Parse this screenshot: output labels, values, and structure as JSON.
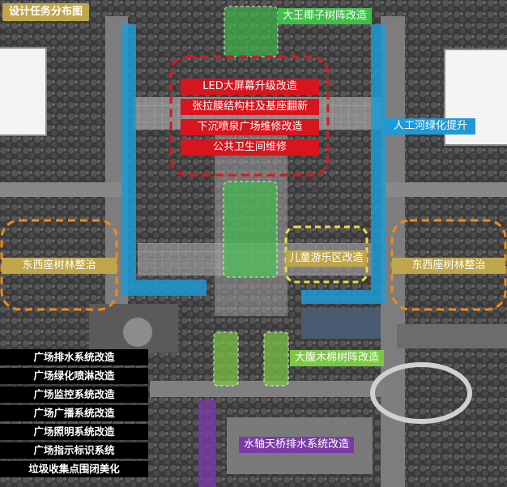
{
  "title": "设计任务分布图",
  "labels": {
    "coconut": "大王椰子树阵改造",
    "river": "人工河绿化提升",
    "forest_west": "东西座树林整治",
    "forest_east": "东西座树林整治",
    "playground": "儿童游乐区改造",
    "kapok": "大腹木棉树阵改造",
    "bridge": "水轴天桥排水系统改造"
  },
  "red_items": [
    "LED大屏幕升级改造",
    "张拉膜结构柱及基座翻新",
    "下沉喷泉广场维修改造",
    "公共卫生间维修"
  ],
  "system_items": [
    "广场排水系统改造",
    "广场绿化喷淋改造",
    "广场监控系统改造",
    "广场广播系统改造",
    "广场照明系统改造",
    "广场指示标识系统",
    "垃圾收集点围闭美化"
  ],
  "colors": {
    "green": "#3fbf4a",
    "blue": "#1e9ad6",
    "red": "#d8141c",
    "orange": "#f08a1c",
    "yellow": "#e8e03a",
    "purple": "#7a3aa8",
    "gold": "#bfa64a"
  }
}
